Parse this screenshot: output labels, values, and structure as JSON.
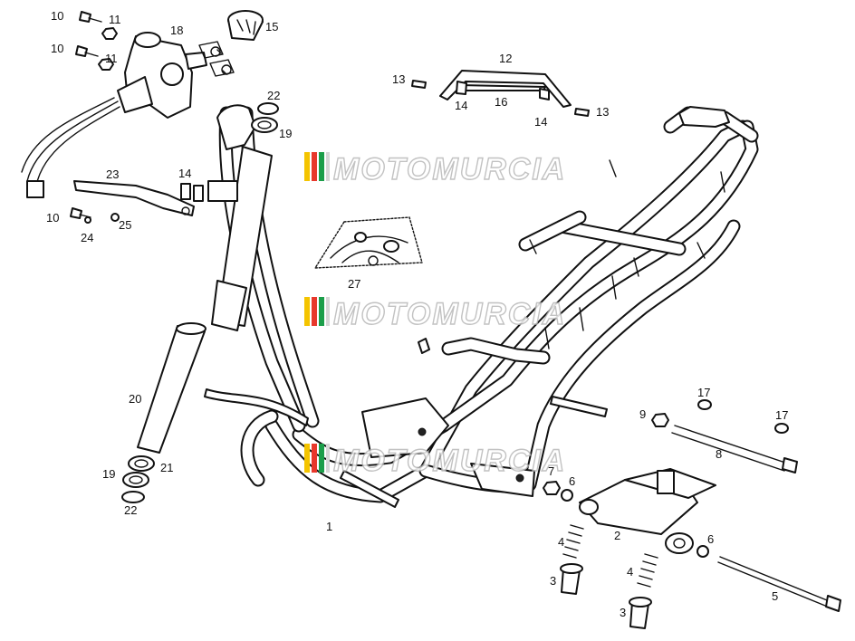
{
  "diagram": {
    "labels": [
      "1",
      "2",
      "3",
      "3",
      "4",
      "4",
      "5",
      "6",
      "6",
      "7",
      "8",
      "9",
      "10",
      "10",
      "10",
      "11",
      "11",
      "12",
      "13",
      "13",
      "14",
      "14",
      "14",
      "15",
      "16",
      "17",
      "17",
      "18",
      "19",
      "19",
      "20",
      "21",
      "22",
      "22",
      "23",
      "24",
      "25",
      "27"
    ]
  },
  "watermark": {
    "text": "MOTOMURCIA",
    "stripe_colors": [
      "#f4c400",
      "#e8382c",
      "#1c9e4a",
      "#d6d6d6"
    ]
  }
}
